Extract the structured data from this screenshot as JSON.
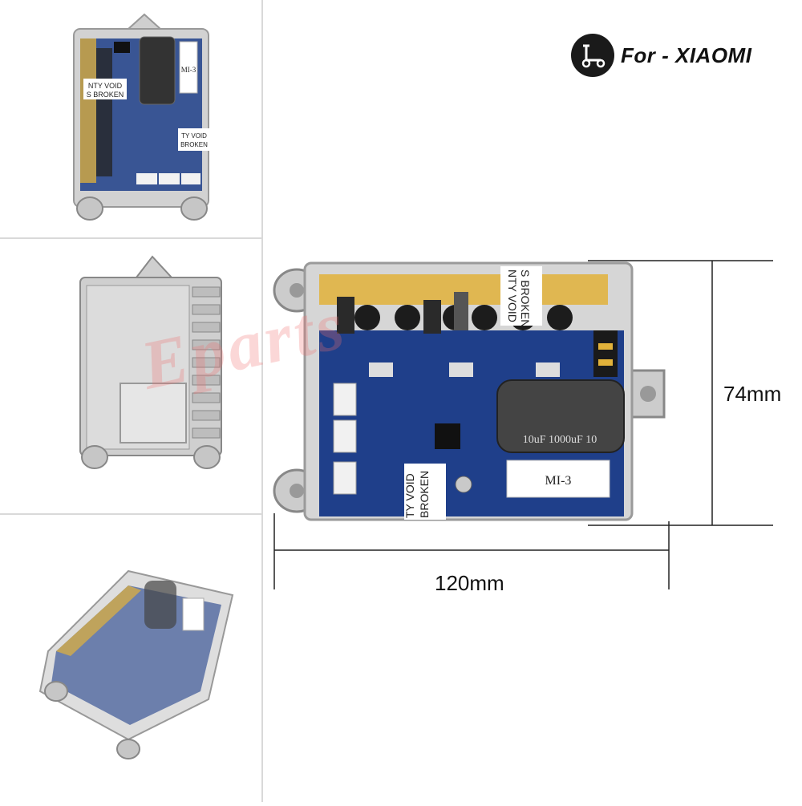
{
  "brand": {
    "label": "For - XIAOMI",
    "icon": "scooter-icon"
  },
  "dimensions": {
    "height": "74mm",
    "width": "120mm"
  },
  "watermark": "Eparts",
  "board": {
    "capacitor_text": "10uF 1000uF 10",
    "model_label": "MI-3",
    "warranty_text_1": "NTY VOID",
    "warranty_text_2": "S BROKEN",
    "warranty_text_3": "TY VOID",
    "warranty_text_4": "BROKEN"
  },
  "thumbs": {
    "top_model_label": "MI-3",
    "top_warranty_1": "NTY VOID",
    "top_warranty_2": "S BROKEN",
    "top_warranty_3": "TY VOID",
    "top_warranty_4": "BROKEN"
  },
  "colors": {
    "pcb": "#1f3f8a",
    "case": "#c9c9c9",
    "gold": "#e2b23a",
    "watermark": "#f06e6e"
  }
}
